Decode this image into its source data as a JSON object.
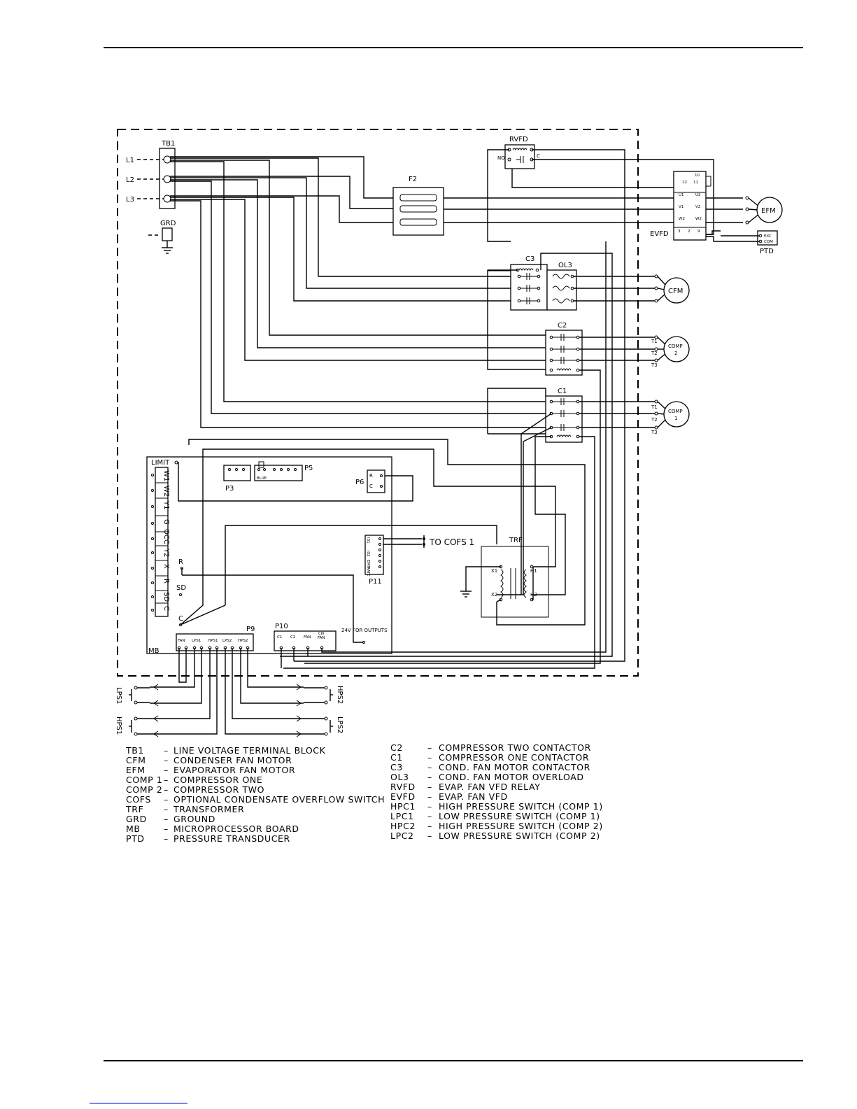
{
  "diagram": {
    "terminal_block": {
      "label": "TB1",
      "lines": [
        "L1",
        "L2",
        "L3"
      ],
      "ground_label": "GRD"
    },
    "fuse_label": "F2",
    "rvfd": {
      "label": "RVFD",
      "no": "NO",
      "c": "C"
    },
    "evfd": {
      "label": "EVFD",
      "terms_top": [
        "10",
        "12",
        "11"
      ],
      "terms": [
        "U1",
        "U2",
        "V1",
        "V2",
        "W2",
        "W2"
      ],
      "terms_bottom": [
        "3",
        "2",
        "9"
      ]
    },
    "ptd": {
      "label": "PTD",
      "exc": "EXC",
      "com": "COM"
    },
    "motors": {
      "efm": "EFM",
      "cfm": "CFM",
      "comp2": [
        "COMP",
        "2"
      ],
      "comp1": [
        "COMP",
        "1"
      ]
    },
    "contactors": {
      "c3": "C3",
      "ol3": "OL3",
      "c2": "C2",
      "c1": "C1"
    },
    "comp_terms": [
      "T1",
      "T2",
      "T3"
    ],
    "board": {
      "mb": "MB",
      "limit": "LIMIT",
      "terminals": [
        "W1",
        "W2",
        "Y1",
        "G",
        "OCC",
        "Y2",
        "X",
        "R",
        "SD",
        "C"
      ],
      "p3": "P3",
      "p5": "P5",
      "blue": "BLUE",
      "p6": "P6",
      "p6_terms": [
        "R",
        "C"
      ],
      "p11": "P11",
      "p11_terms": [
        "IS1",
        "IS2",
        "EMT",
        "RATE"
      ],
      "r": "R",
      "sd": "SD",
      "c": "C",
      "p9": "P9",
      "p9_terms": [
        "FAN",
        "LPS1",
        "HPS1",
        "LPS2",
        "HPS2"
      ],
      "p10": "P10",
      "p10_terms": [
        "C1",
        "C2",
        "FAN",
        "CN",
        "FAN"
      ],
      "outputs": "24V FOR OUTPUTS"
    },
    "cofs": "TO COFS 1",
    "trf": {
      "label": "TRF",
      "x1": "X1",
      "x2": "X2",
      "h1": "H1",
      "h2": "H2"
    },
    "switches": {
      "lps1": "LPS1",
      "hps1": "HPS1",
      "hps2": "HPS2",
      "lps2": "LPS2"
    }
  },
  "legend_left": [
    {
      "code": "TB1",
      "desc": "LINE VOLTAGE TERMINAL BLOCK"
    },
    {
      "code": "CFM",
      "desc": "CONDENSER FAN MOTOR"
    },
    {
      "code": "EFM",
      "desc": "EVAPORATOR FAN MOTOR"
    },
    {
      "code": "COMP 1",
      "desc": "COMPRESSOR ONE"
    },
    {
      "code": "COMP 2",
      "desc": "COMPRESSOR TWO"
    },
    {
      "code": "COFS",
      "desc": "OPTIONAL CONDENSATE OVERFLOW SWITCH"
    },
    {
      "code": "TRF",
      "desc": "TRANSFORMER"
    },
    {
      "code": "GRD",
      "desc": "GROUND"
    },
    {
      "code": "MB",
      "desc": "MICROPROCESSOR BOARD"
    },
    {
      "code": "PTD",
      "desc": "PRESSURE TRANSDUCER"
    }
  ],
  "legend_right": [
    {
      "code": "C2",
      "desc": "COMPRESSOR TWO CONTACTOR"
    },
    {
      "code": "C1",
      "desc": "COMPRESSOR ONE CONTACTOR"
    },
    {
      "code": "C3",
      "desc": "COND. FAN MOTOR CONTACTOR"
    },
    {
      "code": "OL3",
      "desc": "COND. FAN MOTOR OVERLOAD"
    },
    {
      "code": "RVFD",
      "desc": "EVAP. FAN VFD RELAY"
    },
    {
      "code": "EVFD",
      "desc": "EVAP. FAN VFD"
    },
    {
      "code": "HPC1",
      "desc": "HIGH PRESSURE SWITCH (COMP 1)"
    },
    {
      "code": "LPC1",
      "desc": "LOW PRESSURE SWITCH (COMP 1)"
    },
    {
      "code": "HPC2",
      "desc": "HIGH PRESSURE SWITCH (COMP 2)"
    },
    {
      "code": "LPC2",
      "desc": "LOW PRESSURE SWITCH (COMP 2)"
    }
  ],
  "dash": "–"
}
